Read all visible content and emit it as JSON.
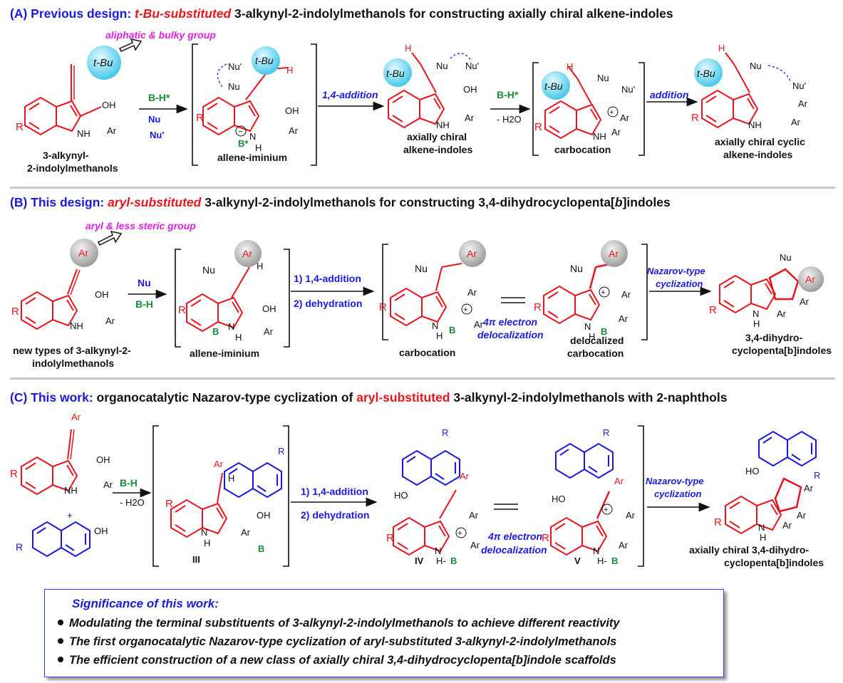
{
  "section_a": {
    "label": "(A) Previous design: ",
    "highlight": "t-Bu-substituted",
    "rest": " 3-alkynyl-2-indolylmethanols for constructing axially chiral alkene-indoles",
    "callout": "aliphatic & bulky group",
    "group_tbu": "t-Bu",
    "sm_label_1": "3-alkynyl-",
    "sm_label_2": "2-indolylmethanols",
    "cat": "B-H*",
    "nu": "Nu",
    "nu_prime": "Nu'",
    "int1_label": "allene-iminium",
    "step1": "1,4-addition",
    "prod1_label_1": "axially chiral",
    "prod1_label_2": "alkene-indoles",
    "water": "- H2O",
    "int2_label": "carbocation",
    "step2": "addition",
    "prod2_label_1": "axially chiral cyclic",
    "prod2_label_2": "alkene-indoles"
  },
  "section_b": {
    "label": "(B) This design: ",
    "highlight": "aryl-substituted",
    "rest_1": " 3-alkynyl-2-indolylmethanols for constructing 3,4-dihydrocyclopenta[",
    "rest_b": "b",
    "rest_2": "]indoles",
    "callout": "aryl & less steric group",
    "group_ar": "Ar",
    "sm_label_1": "new types of 3-alkynyl-2-",
    "sm_label_2": "indolylmethanols",
    "nu": "Nu",
    "cat": "B-H",
    "int1_label": "allene-iminium",
    "step1a": "1) 1,4-addition",
    "step1b": "2) dehydration",
    "int2_label": "carbocation",
    "deloc_1": "4π electron",
    "deloc_2": "delocalization",
    "int3_label_1": "delocalized",
    "int3_label_2": "carbocation",
    "step2a": "Nazarov-type",
    "step2b": "cyclization",
    "prod_label_1": "3,4-dihydro-",
    "prod_label_2": "cyclopenta[b]indoles"
  },
  "section_c": {
    "label": "(C) This work: ",
    "mid": "organocatalytic Nazarov-type cyclization of ",
    "highlight": "aryl-substituted",
    "rest": " 3-alkynyl-2-indolylmethanols with 2-naphthols",
    "cat": "B-H",
    "water": "- H2O",
    "plus": "+",
    "int_iii": "III",
    "step1a": "1) 1,4-addition",
    "step1b": "2) dehydration",
    "int_iv": "IV",
    "deloc_1": "4π electron",
    "deloc_2": "delocalization",
    "int_v": "V",
    "step2a": "Nazarov-type",
    "step2b": "cyclization",
    "prod_label_1": "axially chiral 3,4-dihydro-",
    "prod_label_2": "cyclopenta[b]indoles"
  },
  "significance": {
    "title": "Significance of this work:",
    "items": [
      "Modulating the terminal substituents of 3-alkynyl-2-indolylmethanols to achieve different reactivity",
      "The first organocatalytic Nazarov-type cyclization of aryl-substituted 3-alkynyl-2-indolylmethanols",
      "The efficient construction of a new class of axially chiral 3,4-dihydrocyclopenta[b]indole scaffolds"
    ]
  },
  "colors": {
    "title_blue": "#1a1adf",
    "red": "#e8141e",
    "green": "#1a8a3c",
    "magenta": "#e020e0",
    "cyan": "#7fe3f5",
    "gray_ball": "#bdbdbd",
    "step_blue": "#1a1adf"
  }
}
